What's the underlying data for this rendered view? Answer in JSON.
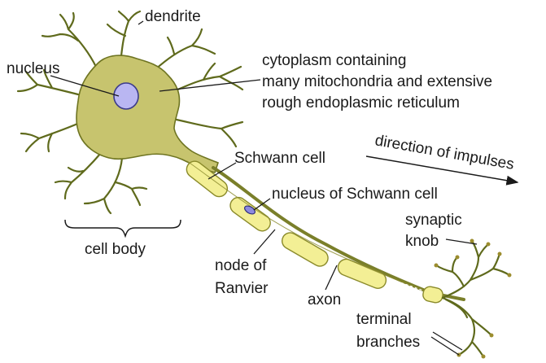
{
  "labels": {
    "dendrite": "dendrite",
    "nucleus": "nucleus",
    "cytoplasm_line1": "cytoplasm containing",
    "cytoplasm_line2": "many mitochondria and extensive",
    "cytoplasm_line3": "rough endoplasmic reticulum",
    "direction": "direction of impulses",
    "schwann_cell": "Schwann cell",
    "nucleus_schwann": "nucleus of Schwann cell",
    "synaptic_line1": "synaptic",
    "synaptic_line2": "knob",
    "cell_body": "cell body",
    "node_line1": "node of",
    "node_line2": "Ranvier",
    "axon": "axon",
    "terminal_line1": "terminal",
    "terminal_line2": "branches"
  },
  "colors": {
    "cell_body_fill": "#c7c46e",
    "cell_body_stroke": "#6e7421",
    "nucleus_fill": "#b9b6f2",
    "nucleus_stroke": "#3b3a8a",
    "myelin_fill": "#f3ef95",
    "myelin_stroke": "#8a8a2a",
    "axon_color": "#7a7f2a",
    "knob_color": "#9c8d2e"
  }
}
